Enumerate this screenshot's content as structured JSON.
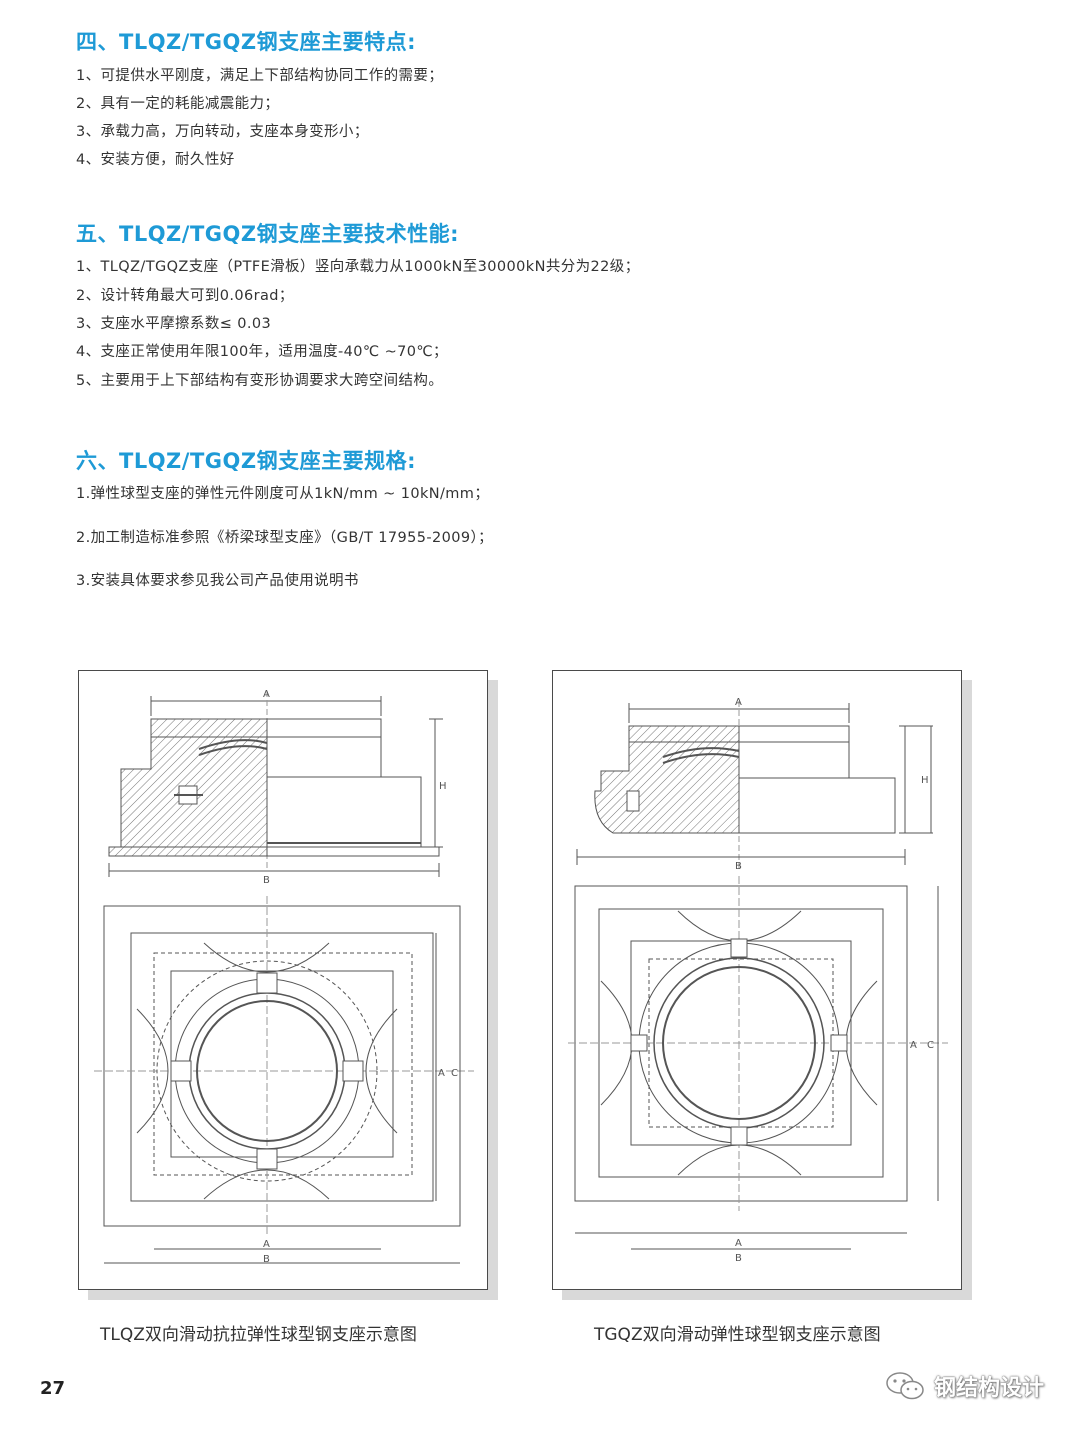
{
  "sections": [
    {
      "heading": "四、TLQZ/TGQZ钢支座主要特点:",
      "items": [
        "1、可提供水平刚度，满足上下部结构协同工作的需要；",
        "2、具有一定的耗能减震能力；",
        "3、承载力高，万向转动，支座本身变形小；",
        "4、安装方便，耐久性好"
      ]
    },
    {
      "heading": "五、TLQZ/TGQZ钢支座主要技术性能:",
      "items": [
        "1、TLQZ/TGQZ支座（PTFE滑板）竖向承载力从1000kN至30000kN共分为22级；",
        "2、设计转角最大可到0.06rad；",
        "3、支座水平摩擦系数≤ 0.03",
        "4、支座正常使用年限100年，适用温度-40℃ ~70℃；",
        "5、主要用于上下部结构有变形协调要求大跨空间结构。"
      ]
    },
    {
      "heading": "六、TLQZ/TGQZ钢支座主要规格:",
      "items": [
        "1.弹性球型支座的弹性元件刚度可从1kN/mm ~ 10kN/mm；",
        "2.加工制造标准参照《桥梁球型支座》（GB/T 17955-2009）；",
        "3.安装具体要求参见我公司产品使用说明书"
      ]
    }
  ],
  "drawings": {
    "left": {
      "caption": "TLQZ双向滑动抗拉弹性球型钢支座示意图",
      "dim_a": "A",
      "dim_b": "B",
      "dim_c": "C",
      "dim_h": "H"
    },
    "right": {
      "caption": "TGQZ双向滑动弹性球型钢支座示意图",
      "dim_a": "A",
      "dim_b": "B",
      "dim_c": "C",
      "dim_h": "H"
    }
  },
  "footer": {
    "page_number": "27",
    "watermark": "钢结构设计",
    "watermark_icon": "wechat-icon"
  },
  "colors": {
    "heading": "#1e9ad6",
    "body_text": "#333333",
    "drawing_line": "#555555"
  }
}
